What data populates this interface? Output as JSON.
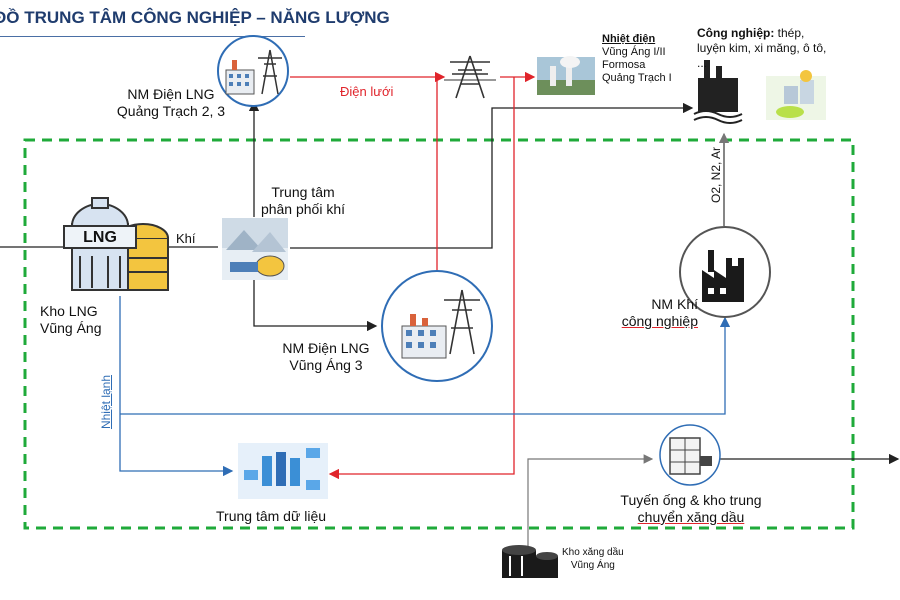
{
  "title": "ĐỒ TRUNG TÂM CÔNG NGHIỆP – NĂNG LƯỢNG",
  "nodes": {
    "kho_lng": {
      "icon_text": "LNG",
      "line1": "Kho LNG",
      "line2": "Vũng Áng"
    },
    "nm_lng_qt": {
      "line1": "NM Điện LNG",
      "line2": "Quảng Trạch 2, 3"
    },
    "trung_tam_pp": {
      "line1": "Trung tâm",
      "line2": "phân phối khí"
    },
    "nm_lng_va3": {
      "line1": "NM Điện LNG",
      "line2": "Vũng Áng 3"
    },
    "nhiet_dien": {
      "title": "Nhiệt điện",
      "line1": "Vũng Áng I/II",
      "line2": "Formosa",
      "line3": "Quảng Trạch I"
    },
    "cong_nghiep": {
      "title": "Công nghiệp:",
      "line1": " thép,",
      "line2": "luyện kim, xi măng, ô tô,",
      "line3": "..."
    },
    "nm_khi": {
      "line1": "NM Khí",
      "line2": "công nghiệp"
    },
    "data_center": {
      "label": "Trung tâm dữ liệu"
    },
    "tuyen_ong": {
      "line1": "Tuyến ống & kho trung",
      "line2": "chuyển xăng dầu"
    },
    "kho_xang": {
      "line1": "Kho xăng dầu",
      "line2": "Vũng Áng"
    }
  },
  "edge_labels": {
    "khi": "Khí",
    "dien_luoi": "Điện lưới",
    "nhiet_lanh": "Nhiệt lạnh",
    "gases": "O2, N2, Ar"
  },
  "colors": {
    "red": "#e0242b",
    "blue": "#2f6db5",
    "green_dash": "#1faa3a",
    "title": "#1f3c6e"
  }
}
